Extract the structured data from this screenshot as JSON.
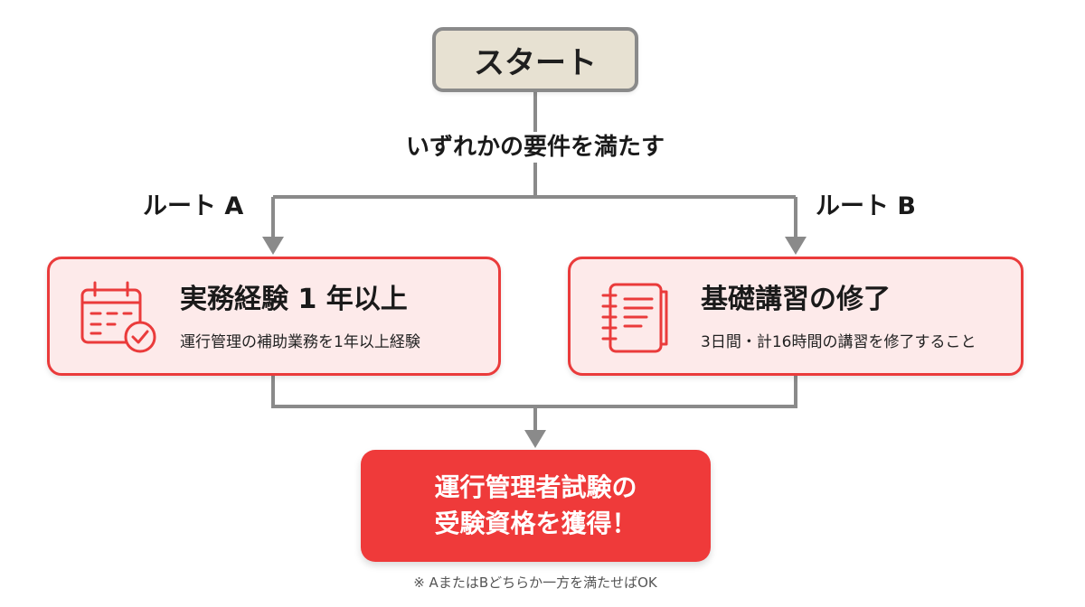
{
  "flow": {
    "start": "スタート",
    "condition": "いずれかの要件を満たす",
    "routes": [
      {
        "label": "ルート A",
        "title": "実務経験 1 年以上",
        "description": "運行管理の補助業務を1年以上経験",
        "icon": "calendar-check-icon"
      },
      {
        "label": "ルート B",
        "title": "基礎講習の修了",
        "description": "3日間・計16時間の講習を修了すること",
        "icon": "notebook-icon"
      }
    ],
    "goal": {
      "line1": "運行管理者試験の",
      "line2": "受験資格を獲得！"
    },
    "note": "※ AまたはBどちらか一方を満たせばOK"
  },
  "colors": {
    "accent": "#ea3b3b",
    "card_bg": "#fdeaea",
    "start_bg": "#e7e1d2",
    "connector": "#8a8a8a",
    "goal_bg": "#ef3a3a"
  }
}
